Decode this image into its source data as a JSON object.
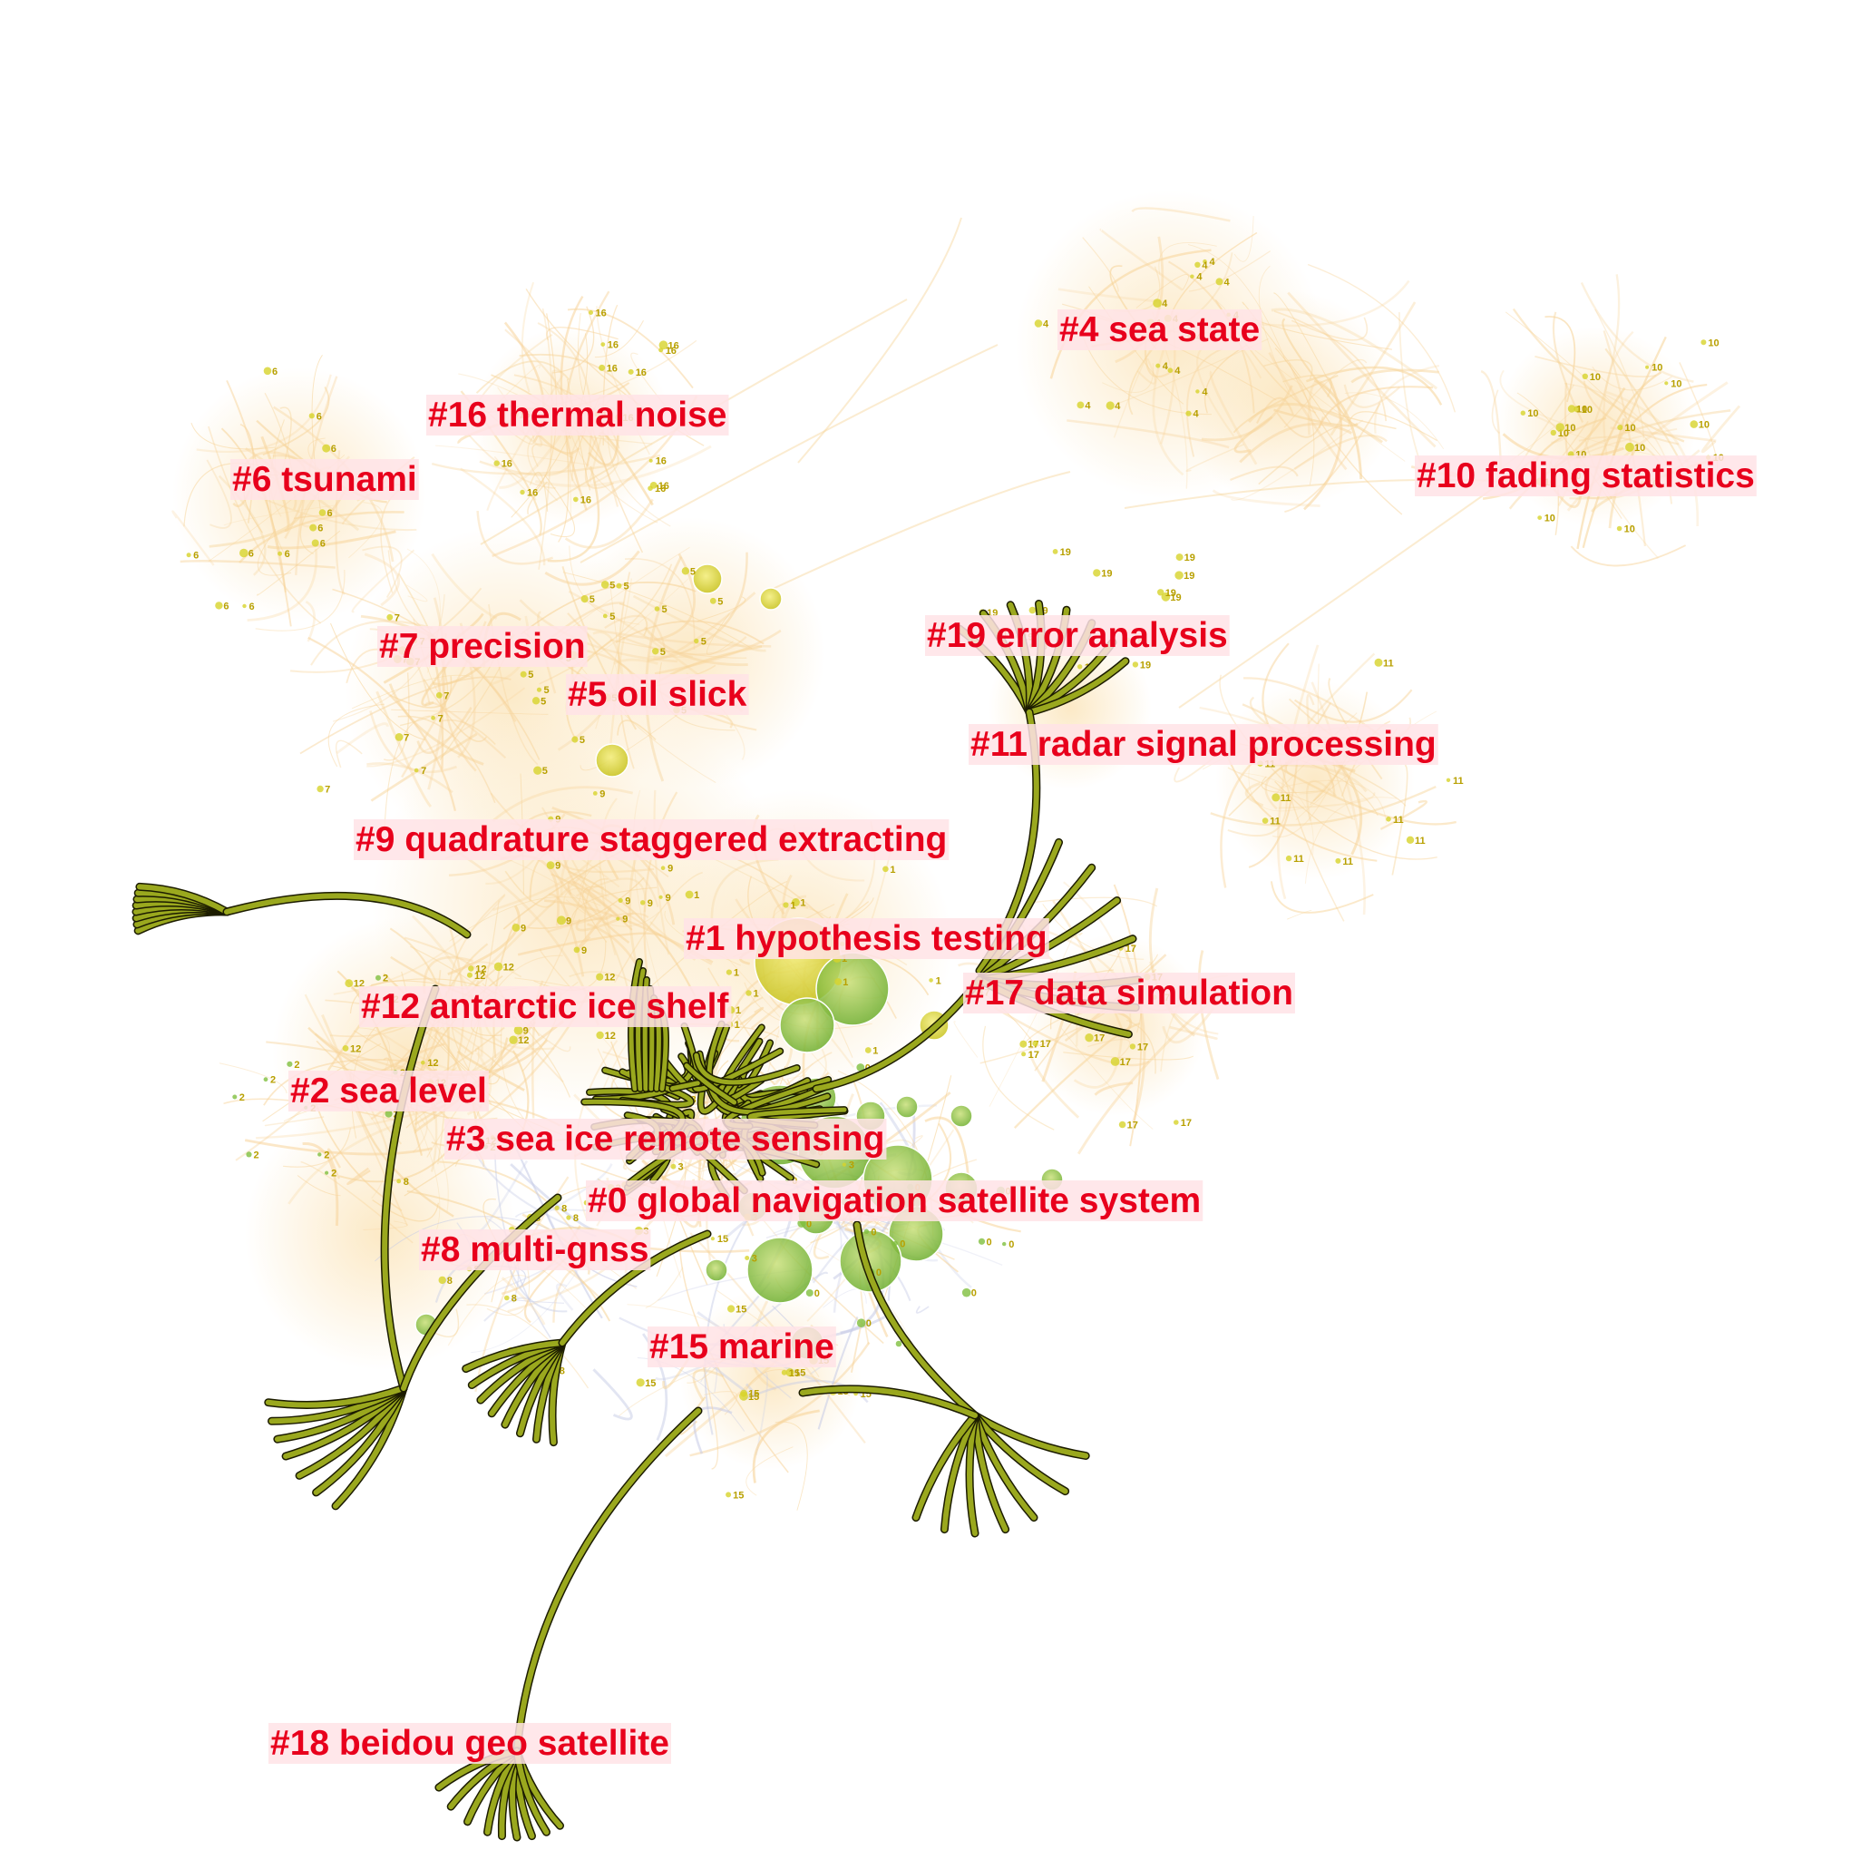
{
  "colors": {
    "label_text": "#e8001c",
    "label_bg": "#ffe3e6",
    "edge_faint": "#f7d49a",
    "edge_faint_blue": "#c6cbe6",
    "burst_fill": "#9aa81e",
    "burst_outline": "#1c1c00",
    "node_green": "#7fbf3f",
    "node_yellow": "#d7d32a",
    "node_number": "#b8a000"
  },
  "clusters": [
    {
      "id": "4",
      "label": "#4 sea state"
    },
    {
      "id": "16",
      "label": "#16 thermal noise"
    },
    {
      "id": "10",
      "label": "#10 fading statistics"
    },
    {
      "id": "6",
      "label": "#6 tsunami"
    },
    {
      "id": "19",
      "label": "#19 error analysis"
    },
    {
      "id": "7",
      "label": "#7 precision"
    },
    {
      "id": "5",
      "label": "#5 oil slick"
    },
    {
      "id": "11",
      "label": "#11 radar signal processing"
    },
    {
      "id": "9",
      "label": "#9 quadrature staggered extracting"
    },
    {
      "id": "1",
      "label": "#1 hypothesis testing"
    },
    {
      "id": "17",
      "label": "#17 data simulation"
    },
    {
      "id": "12",
      "label": "#12 antarctic ice shelf"
    },
    {
      "id": "2",
      "label": "#2 sea level"
    },
    {
      "id": "3",
      "label": "#3 sea ice remote sensing"
    },
    {
      "id": "0",
      "label": "#0 global navigation satellite system"
    },
    {
      "id": "8",
      "label": "#8 multi-gnss"
    },
    {
      "id": "15",
      "label": "#15 marine"
    },
    {
      "id": "18",
      "label": "#18 beidou geo satellite"
    }
  ]
}
